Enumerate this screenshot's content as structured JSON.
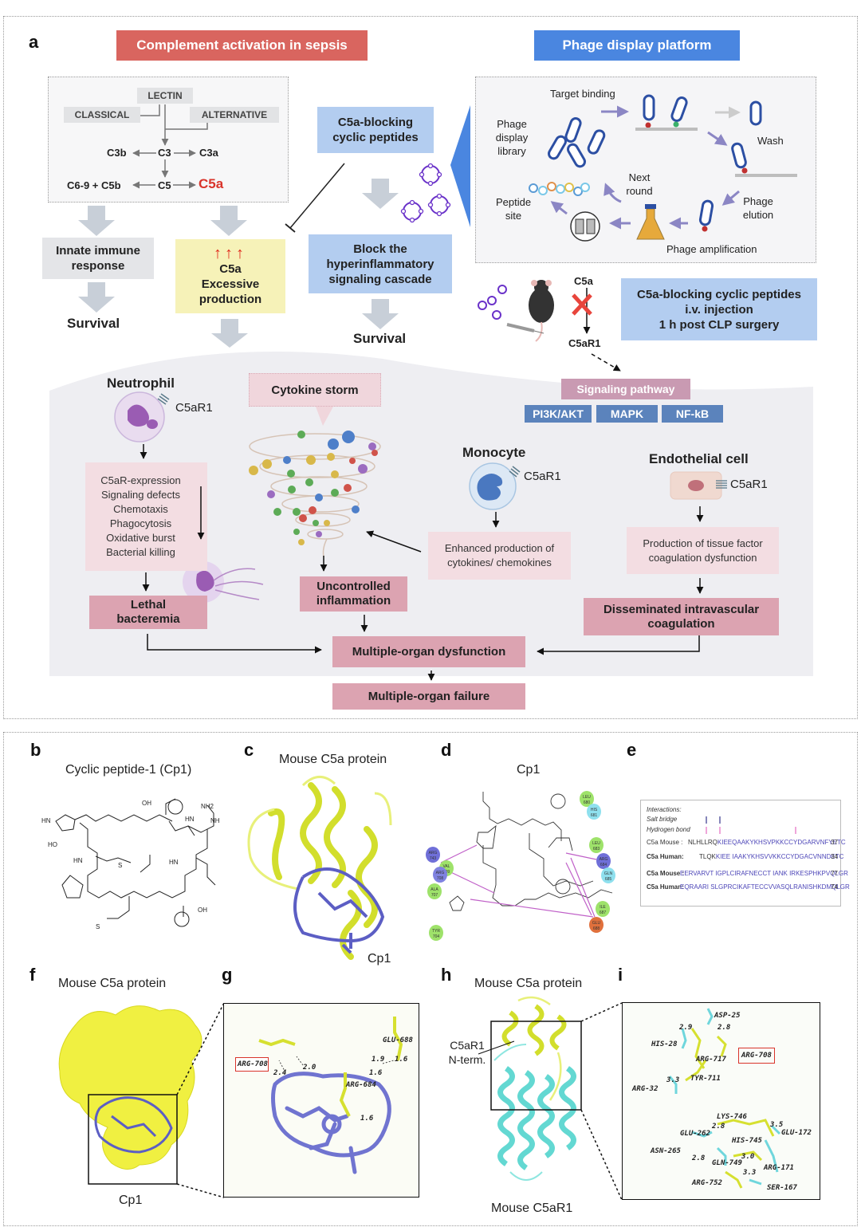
{
  "panel_a": {
    "label": "a",
    "header_left": "Complement activation in sepsis",
    "header_right": "Phage display platform",
    "cascade": {
      "lectin": "LECTIN",
      "classical": "CLASSICAL",
      "alternative": "ALTERNATIVE",
      "c3b": "C3b",
      "c3": "C3",
      "c3a": "C3a",
      "c69c5b": "C6-9 + C5b",
      "c5": "C5",
      "c5a": "C5a"
    },
    "innate_immune": "Innate immune response",
    "survival_left": "Survival",
    "c5a_excess_arrows": "↑↑↑",
    "c5a_excess_title": "C5a",
    "c5a_excess_text": "Excessive production",
    "c5a_blocking": "C5a-blocking cyclic peptides",
    "block_cascade": "Block the hyperinflammatory signaling cascade",
    "survival_middle": "Survival",
    "phage": {
      "target_binding": "Target binding",
      "library": "Phage display library",
      "wash": "Wash",
      "next_round": "Next round",
      "peptide_site": "Peptide site",
      "phage_elution": "Phage elution",
      "phage_amplification": "Phage amplification"
    },
    "injection": {
      "c5a": "C5a",
      "c5ar1": "C5aR1",
      "box_line1": "C5a-blocking cyclic peptides",
      "box_line2": "i.v. injection",
      "box_line3": "1 h post CLP surgery"
    },
    "signaling": {
      "title": "Signaling pathway",
      "pathways": [
        "PI3K/AKT",
        "MAPK",
        "NF-kB"
      ]
    },
    "neutrophil": {
      "title": "Neutrophil",
      "receptor": "C5aR1",
      "effects": [
        "C5aR-expression",
        "Signaling defects",
        "Chemotaxis",
        "Phagocytosis",
        "Oxidative burst",
        "Bacterial killing"
      ],
      "outcome": "Lethal bacteremia"
    },
    "cytokine": {
      "title": "Cytokine storm",
      "outcome": "Uncontrolled inflammation"
    },
    "monocyte": {
      "title": "Monocyte",
      "receptor": "C5aR1",
      "effect": "Enhanced production of cytokines/ chemokines"
    },
    "endothelial": {
      "title": "Endothelial cell",
      "receptor": "C5aR1",
      "effect": "Production of tissue factor coagulation dysfunction",
      "outcome": "Disseminated intravascular coagulation"
    },
    "mod": "Multiple-organ dysfunction",
    "mof": "Multiple-organ failure"
  },
  "panel_b": {
    "label": "b",
    "title": "Cyclic peptide-1 (Cp1)"
  },
  "panel_c": {
    "label": "c",
    "title": "Mouse C5a protein",
    "ligand": "Cp1"
  },
  "panel_d": {
    "label": "d",
    "title": "Cp1",
    "residues": [
      {
        "name": "ARG",
        "num": "743",
        "color": "#6f6fd8"
      },
      {
        "name": "VAL",
        "num": "709",
        "color": "#9ee26a"
      },
      {
        "name": "ARG",
        "num": "708",
        "color": "#7f82e0"
      },
      {
        "name": "ALA",
        "num": "707",
        "color": "#9ee26a"
      },
      {
        "name": "TYR",
        "num": "704",
        "color": "#9ee26a"
      },
      {
        "name": "LEU",
        "num": "680",
        "color": "#9ee26a"
      },
      {
        "name": "HIS",
        "num": "681",
        "color": "#8fe0ee"
      },
      {
        "name": "LEU",
        "num": "683",
        "color": "#9ee26a"
      },
      {
        "name": "ARG",
        "num": "684",
        "color": "#6f6fd8"
      },
      {
        "name": "GLN",
        "num": "685",
        "color": "#8fe0ee"
      },
      {
        "name": "ILE",
        "num": "687",
        "color": "#9ee26a"
      },
      {
        "name": "GLU",
        "num": "688",
        "color": "#e0703c"
      }
    ]
  },
  "panel_e": {
    "label": "e",
    "legend_title": "Interactions:",
    "legend_salt": "Salt bridge",
    "legend_hbond": "Hydrogen bond",
    "rows": [
      {
        "name": "C5a Mouse :",
        "seq_black": "NLHLLRQ",
        "seq_blue": "KIEEQAAKYKHSVPKKCCYDGARVNFYETC",
        "end": "37"
      },
      {
        "name": "C5a Human:",
        "seq_black": "TLQK",
        "seq_blue": "KIEE IAAKYKHSVVKKCCYDGACVNNDETC",
        "end": "34"
      },
      {
        "name": "C5a Mouse :",
        "seq_black": "",
        "seq_blue": "EERVARVT IGPLCIRAFNECCT IANK IRKESPHKPVQLGR",
        "end": "77"
      },
      {
        "name": "C5a Human:",
        "seq_black": "",
        "seq_blue": "EQRAARI SLGPRCIKAFTECCVVASQLRANISHKDMQLGR",
        "end": "74"
      }
    ]
  },
  "panel_f": {
    "label": "f",
    "title": "Mouse C5a protein",
    "ligand": "Cp1"
  },
  "panel_g": {
    "label": "g",
    "residues": [
      "ARG-708",
      "GLU-688",
      "ARG-684"
    ],
    "distances": [
      "2.4",
      "2.0",
      "1.9",
      "1.6",
      "1.6",
      "1.6"
    ]
  },
  "panel_h": {
    "label": "h",
    "title": "Mouse C5a protein",
    "nterm": "C5aR1 N-term.",
    "receptor": "Mouse C5aR1"
  },
  "panel_i": {
    "label": "i",
    "residues": [
      "ASP-25",
      "HIS-28",
      "ARG-717",
      "ARG-708",
      "TYR-711",
      "ARG-32",
      "LYS-746",
      "GLU-262",
      "GLU-172",
      "HIS-745",
      "ASN-265",
      "GLN-749",
      "ARG-171",
      "ARG-752",
      "SER-167"
    ],
    "distances": [
      "2.9",
      "2.8",
      "3.3",
      "2.8",
      "3.5",
      "2.8",
      "3.0",
      "3.3"
    ]
  }
}
